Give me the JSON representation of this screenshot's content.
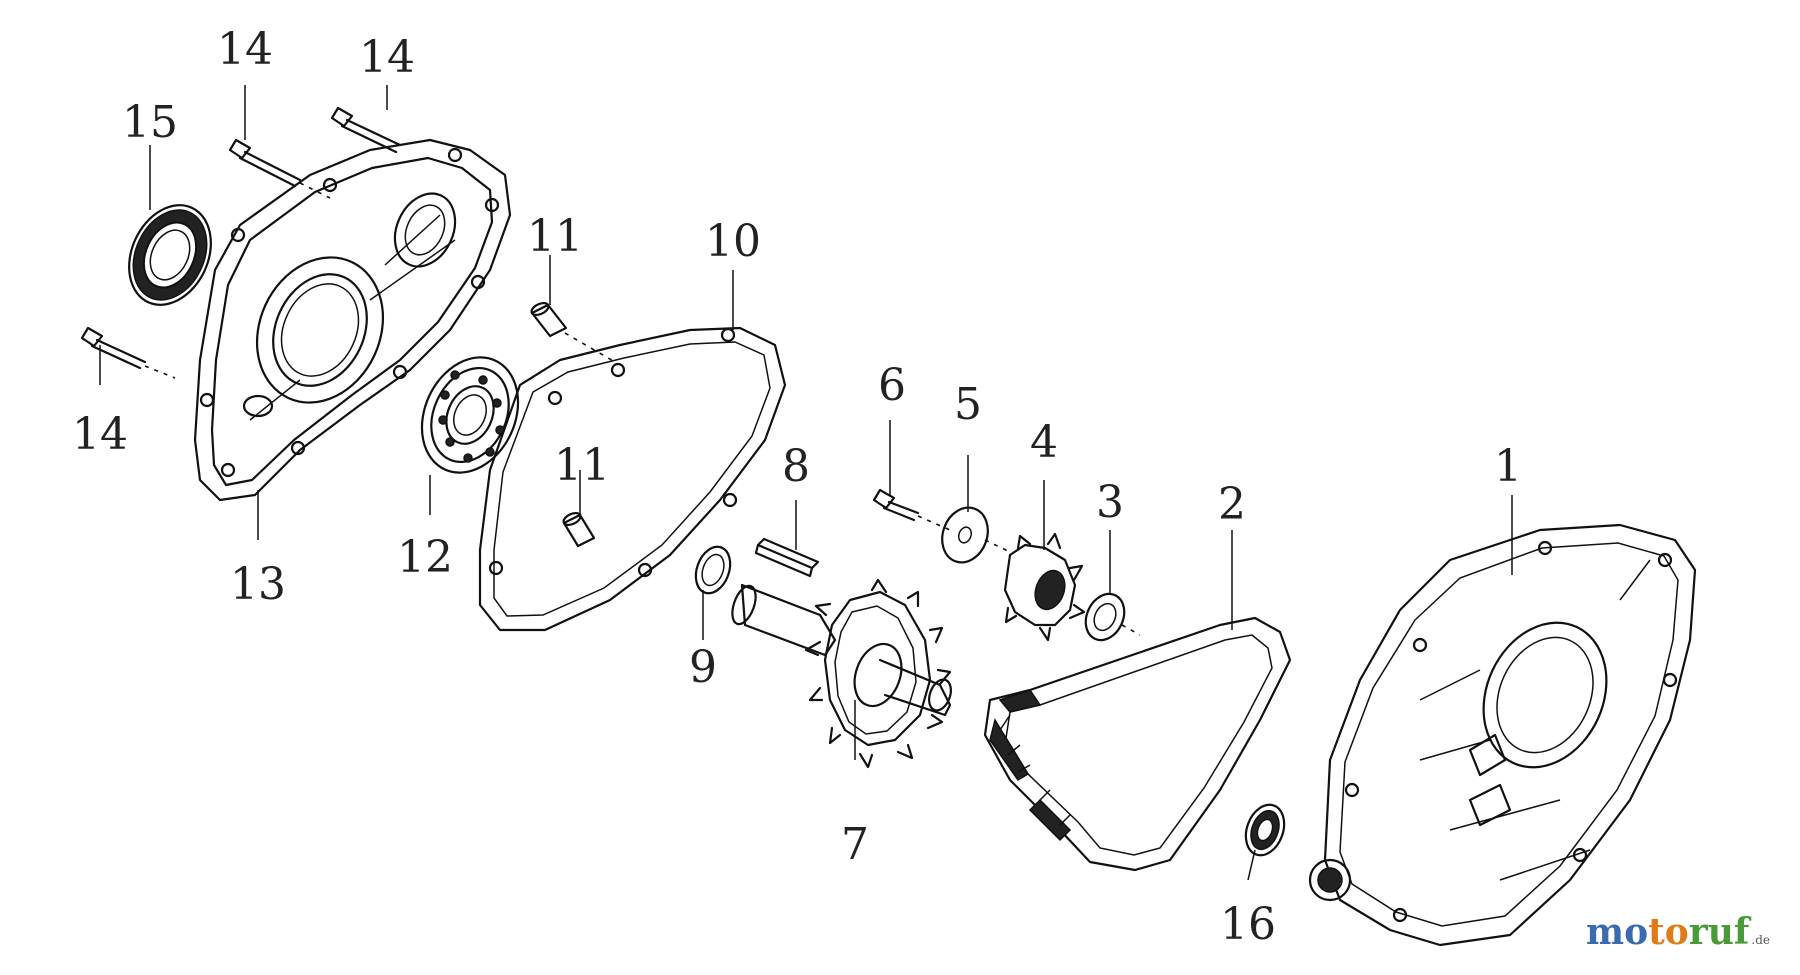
{
  "labels": {
    "p1": "1",
    "p2": "2",
    "p3": "3",
    "p4": "4",
    "p5": "5",
    "p6": "6",
    "p7": "7",
    "p8": "8",
    "p9": "9",
    "p10": "10",
    "p11a": "11",
    "p11b": "11",
    "p12": "12",
    "p13": "13",
    "p14a": "14",
    "p14b": "14",
    "p14c": "14",
    "p15": "15",
    "p16": "16"
  },
  "watermark": {
    "part1": "mo",
    "part2": "to",
    "part3": "ruf",
    "tld": ".de"
  }
}
